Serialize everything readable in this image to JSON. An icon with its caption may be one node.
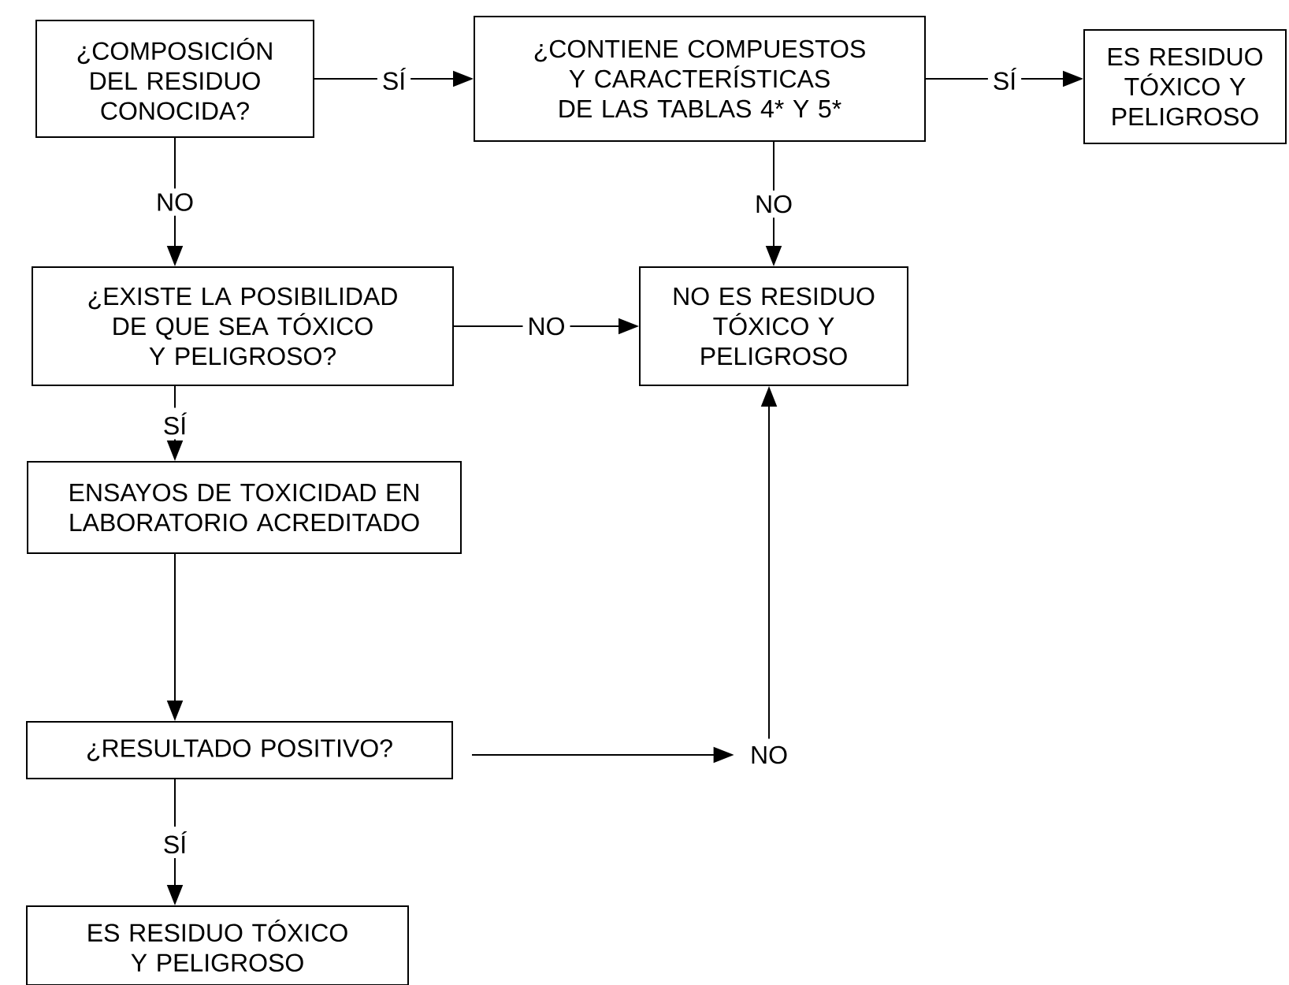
{
  "diagram": {
    "nodes": [
      {
        "text": [
          "¿COMPOSICIÓN DEL RESIDUO CONOCIDA?"
        ]
      },
      {
        "text": [
          "¿CONTIENE COMPUESTOS Y CARACTERÍSTICAS DE LAS TABLAS 4* Y 5*"
        ]
      },
      {
        "text": [
          "ES RESIDUO TÓXICO Y PELIGROSO"
        ]
      },
      {
        "text": [
          "¿EXISTE LA POSIBILIDAD DE QUE SEA TÓXICO Y PELIGROSO?"
        ]
      },
      {
        "text": [
          "NO ES RESIDUO TÓXICO Y PELIGROSO"
        ]
      },
      {
        "text": [
          "ENSAYOS DE TOXICIDAD EN LABORATORIO ACREDITADO"
        ]
      },
      {
        "text": [
          "¿RESULTADO POSITIVO?"
        ]
      },
      {
        "text": [
          "NO"
        ]
      },
      {
        "text": [
          "ES RESIDUO TÓXICO Y PELIGROSO"
        ]
      }
    ],
    "edges": [
      {
        "from": 0,
        "to": 1,
        "arrow": "to",
        "label": "SÍ"
      },
      {
        "from": 1,
        "to": 2,
        "arrow": "to",
        "label": "SÍ"
      },
      {
        "from": 0,
        "to": 3,
        "arrow": "to",
        "label": "NO"
      },
      {
        "from": 1,
        "to": 4,
        "arrow": "to",
        "label": "NO"
      },
      {
        "from": 3,
        "to": 4,
        "arrow": "to",
        "label": "NO"
      },
      {
        "from": 3,
        "to": 5,
        "arrow": "to",
        "label": "SÍ"
      },
      {
        "from": 5,
        "to": 6,
        "arrow": "to"
      },
      {
        "from": 6,
        "to": 7,
        "arrow": "to"
      },
      {
        "from": 7,
        "to": 4,
        "arrow": "to"
      },
      {
        "from": 6,
        "to": 8,
        "arrow": "to",
        "label": "SÍ"
      }
    ]
  }
}
